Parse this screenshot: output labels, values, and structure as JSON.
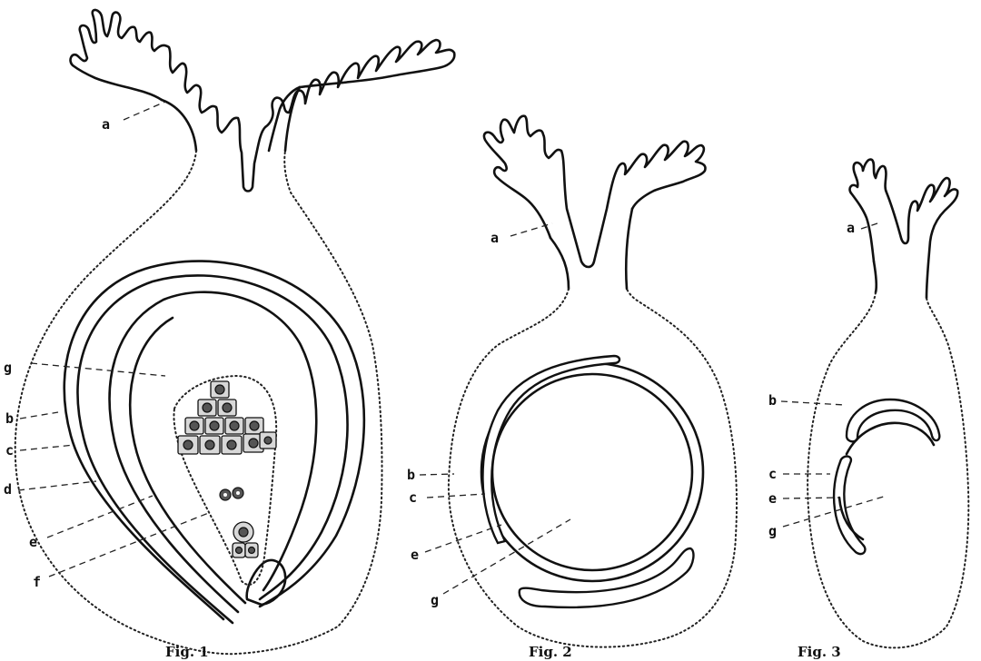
{
  "figures": [
    {
      "caption": "Fig. 1",
      "labels": {
        "a": "a",
        "b": "b",
        "c": "c",
        "d": "d",
        "e": "e",
        "f": "f",
        "g": "g"
      }
    },
    {
      "caption": "Fig. 2",
      "labels": {
        "a": "a",
        "b": "b",
        "c": "c",
        "e": "e",
        "g": "g"
      }
    },
    {
      "caption": "Fig. 3",
      "labels": {
        "a": "a",
        "b": "b",
        "c": "c",
        "e": "e",
        "g": "g"
      }
    }
  ]
}
